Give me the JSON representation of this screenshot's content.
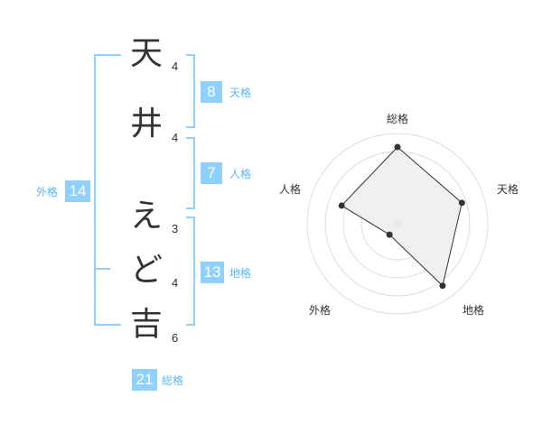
{
  "name": {
    "characters": [
      "天",
      "井",
      "え",
      "ど",
      "吉"
    ],
    "strokes": [
      "4",
      "4",
      "3",
      "4",
      "6"
    ]
  },
  "fortunes": {
    "tenkaku": {
      "value": "8",
      "label": "天格"
    },
    "jinkaku": {
      "value": "7",
      "label": "人格"
    },
    "chikaku": {
      "value": "13",
      "label": "地格"
    },
    "gaikaku": {
      "value": "14",
      "label": "外格"
    },
    "soukaku": {
      "value": "21",
      "label": "総格"
    }
  },
  "radar": {
    "axis_labels": [
      "総格",
      "天格",
      "地格",
      "外格",
      "人格"
    ],
    "levels": [
      0.85,
      0.75,
      0.85,
      0.15,
      0.65
    ]
  },
  "colors": {
    "accent": "#8fd0ff",
    "label_blue": "#58b8f2",
    "text": "#333333",
    "grid": "#dddddd",
    "fill": "#eeeeee"
  }
}
